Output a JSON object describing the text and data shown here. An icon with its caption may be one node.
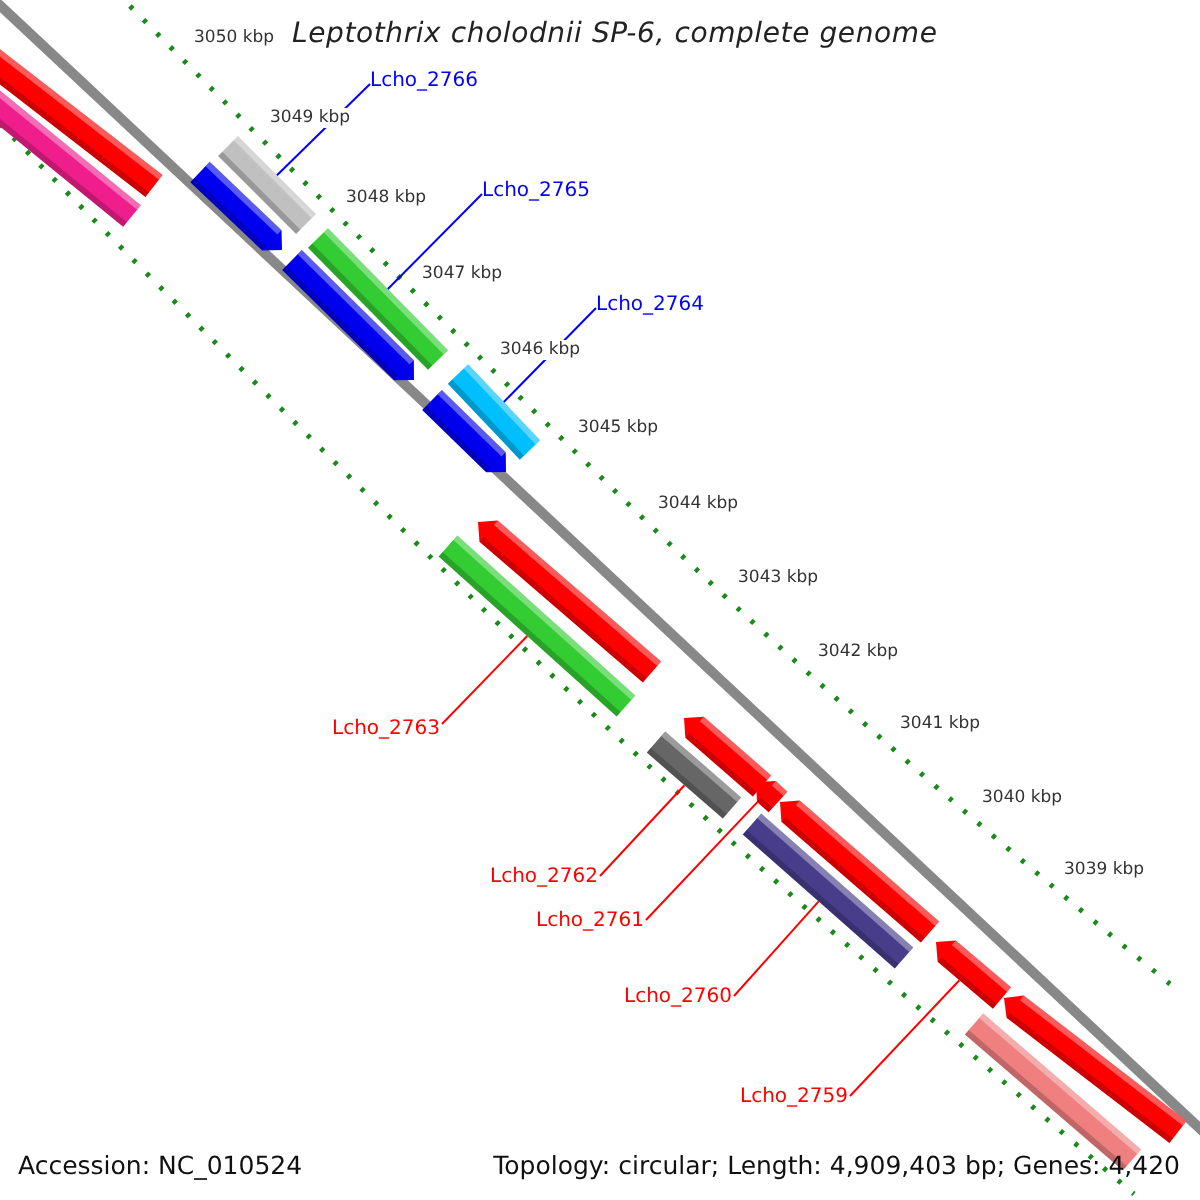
{
  "diagram": {
    "title": "Leptothrix cholodnii SP-6, complete genome",
    "nodes": [
      {
        "text": [
          "Lcho_2766"
        ]
      },
      {
        "text": [],
        "shape": "bar"
      },
      {
        "text": [
          "Lcho_2765"
        ]
      },
      {
        "text": [],
        "shape": "bar"
      },
      {
        "text": [
          "Lcho_2764"
        ]
      },
      {
        "text": [],
        "shape": "bar"
      },
      {
        "text": [
          "Lcho_2763"
        ]
      },
      {
        "text": [],
        "shape": "bar"
      },
      {
        "text": [
          "Lcho_2762"
        ]
      },
      {
        "text": [],
        "shape": "bar"
      },
      {
        "text": [
          "Lcho_2761"
        ]
      },
      {
        "text": [],
        "shape": "bar"
      },
      {
        "text": [
          "Lcho_2760"
        ]
      },
      {
        "text": [],
        "shape": "bar"
      },
      {
        "text": [
          "Lcho_2759"
        ]
      },
      {
        "text": [],
        "shape": "bar"
      }
    ],
    "edges": [
      {
        "from": 0,
        "to": 1,
        "arrow": "none",
        "color": "#0000ff"
      },
      {
        "from": 2,
        "to": 3,
        "arrow": "none",
        "color": "#0000ff"
      },
      {
        "from": 4,
        "to": 5,
        "arrow": "none",
        "color": "#0000ff"
      },
      {
        "from": 6,
        "to": 7,
        "arrow": "none"
      },
      {
        "from": 8,
        "to": 9,
        "arrow": "none"
      },
      {
        "from": 10,
        "to": 11,
        "arrow": "none"
      },
      {
        "from": 12,
        "to": 13,
        "arrow": "none"
      },
      {
        "from": 14,
        "to": 15,
        "arrow": "none"
      }
    ],
    "labels": [
      "3050 kbp",
      "3049 kbp",
      "3048 kbp",
      "3047 kbp",
      "3046 kbp",
      "3045 kbp",
      "3044 kbp",
      "3043 kbp",
      "3042 kbp",
      "3041 kbp",
      "3040 kbp",
      "3039 kbp",
      "Accession: NC_010524",
      "Topology: circular; Length: 4,909,403 bp; Genes: 4,420"
    ]
  }
}
